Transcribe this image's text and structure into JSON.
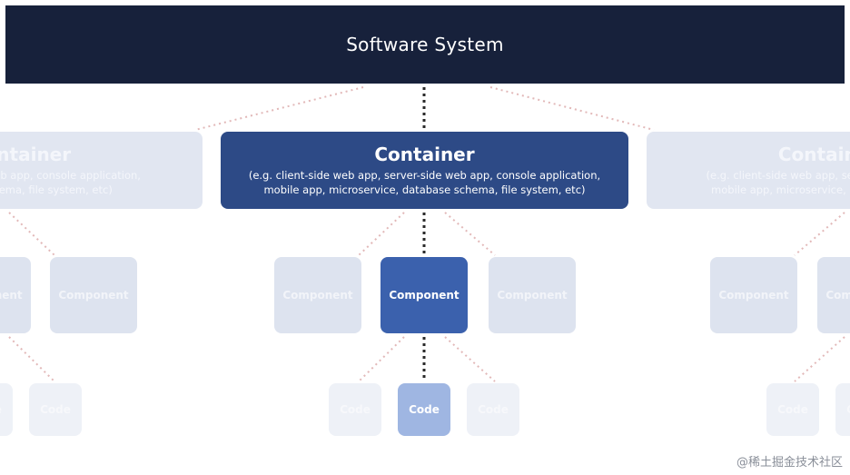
{
  "software_system": {
    "title": "Software System"
  },
  "container": {
    "title": "Container",
    "description_line1": "(e.g. client-side web app, server-side web app, console application,",
    "description_line2": "mobile app, microservice, database schema, file system, etc)"
  },
  "side_container_left": {
    "title": "Container",
    "description_line1": "(e.g. client-side web app, console application,",
    "description_line2": "database schema, file system, etc)"
  },
  "side_container_right": {
    "title": "Container",
    "description_line1": "(e.g. client-side web app, server-side web app,",
    "description_line2": "mobile app, microservice, database schema,"
  },
  "component_label": "Component",
  "code_label": "Code",
  "colors": {
    "system": "#17213b",
    "container": "#2d4a86",
    "component": "#3b61ad",
    "code": "#9fb6e2",
    "faded": "#dde3ef"
  },
  "watermark": "@稀土掘金技术社区"
}
